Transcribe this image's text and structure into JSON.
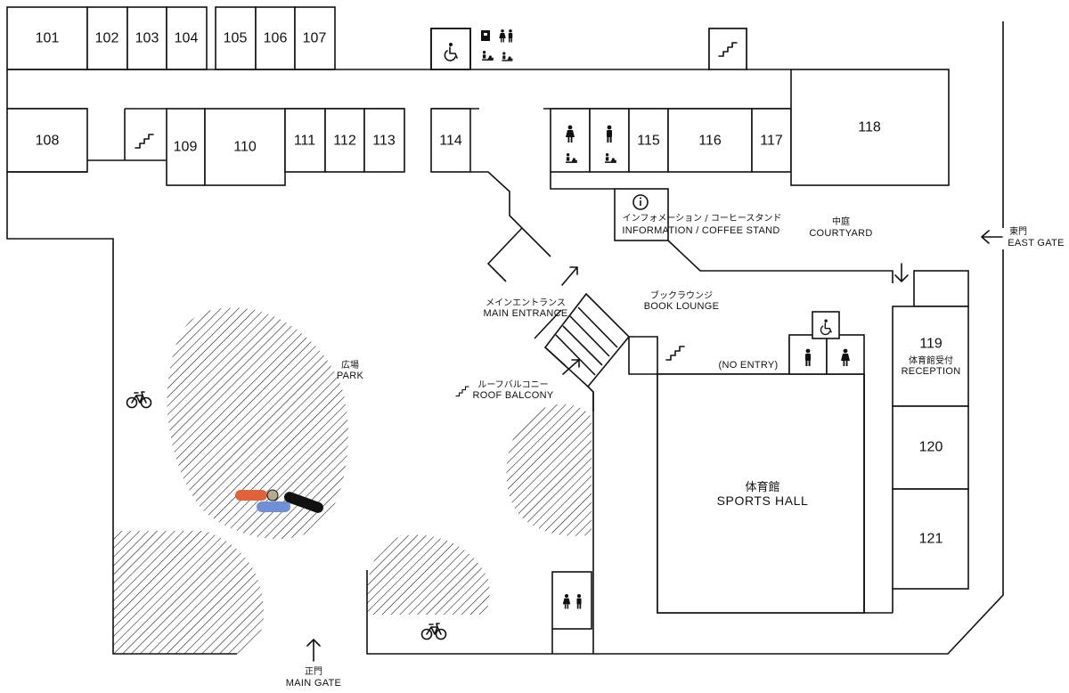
{
  "rooms": {
    "r101": "101",
    "r102": "102",
    "r103": "103",
    "r104": "104",
    "r105": "105",
    "r106": "106",
    "r107": "107",
    "r108": "108",
    "r109": "109",
    "r110": "110",
    "r111": "111",
    "r112": "112",
    "r113": "113",
    "r114": "114",
    "r115": "115",
    "r116": "116",
    "r117": "117",
    "r118": "118",
    "r119": "119",
    "r120": "120",
    "r121": "121"
  },
  "labels": {
    "information_jp": "インフォメーション / コーヒースタンド",
    "information_en": "INFORMATION / COFFEE STAND",
    "courtyard_jp": "中庭",
    "courtyard_en": "COURTYARD",
    "east_gate_jp": "東門",
    "east_gate_en": "EAST GATE",
    "main_entrance_jp": "メインエントランス",
    "main_entrance_en": "MAIN ENTRANCE",
    "book_lounge_jp": "ブックラウンジ",
    "book_lounge_en": "BOOK LOUNGE",
    "park_jp": "広場",
    "park_en": "PARK",
    "roof_balcony_jp": "ルーフバルコニー",
    "roof_balcony_en": "ROOF BALCONY",
    "no_entry": "(NO ENTRY)",
    "sports_hall_jp": "体育館",
    "sports_hall_en": "SPORTS HALL",
    "reception_jp": "体育館受付",
    "reception_en": "RECEPTION",
    "main_gate_jp": "正門",
    "main_gate_en": "MAIN GATE"
  },
  "icons": [
    "wheelchair-icon",
    "stairs-icon",
    "restroom-icon",
    "female-icon",
    "male-icon",
    "baby-changing-icon",
    "ostomate-icon",
    "info-icon",
    "bicycle-icon",
    "arrow-icon"
  ],
  "colors": {
    "line": "#111111",
    "bench_orange": "#e0623a",
    "bench_blue": "#6f8fd6",
    "bench_black": "#111111",
    "bench_beige": "#b9a98d"
  }
}
